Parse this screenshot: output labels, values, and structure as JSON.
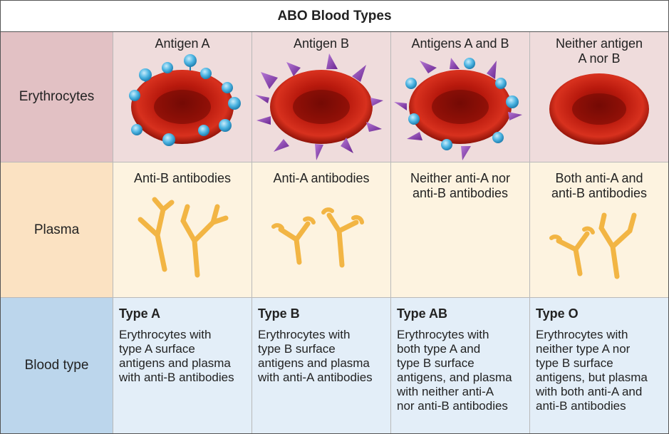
{
  "title": "ABO Blood Types",
  "rows": {
    "erythrocytes": "Erythrocytes",
    "plasma": "Plasma",
    "blood_type": "Blood type"
  },
  "columns": [
    {
      "antigen": "Antigen A",
      "antibodies": "Anti-B antibodies",
      "type": "Type A",
      "description": "Erythrocytes with\ntype A surface\nantigens and plasma\nwith anti-B antibodies"
    },
    {
      "antigen": "Antigen B",
      "antibodies": "Anti-A antibodies",
      "type": "Type B",
      "description": "Erythrocytes with\ntype B surface\nantigens and plasma\nwith anti-A antibodies"
    },
    {
      "antigen": "Antigens A and B",
      "antibodies": "Neither anti-A nor\nanti-B antibodies",
      "type": "Type AB",
      "description": "Erythrocytes with\nboth type A and\ntype B surface\nantigens, and plasma\nwith neither anti-A\nnor anti-B antibodies"
    },
    {
      "antigen": "Neither antigen\nA nor B",
      "antibodies": "Both anti-A and\nanti-B antibodies",
      "type": "Type O",
      "description": "Erythrocytes with\nneither type A nor\ntype B surface\nantigens, but plasma\nwith both anti-A and\nanti-B antibodies"
    }
  ],
  "colors": {
    "cell_red": "#c41f12",
    "cell_dark": "#7a0a05",
    "antigen_a": "#4fb6e3",
    "antigen_b": "#8b3fb1",
    "antibody": "#f2b544"
  }
}
